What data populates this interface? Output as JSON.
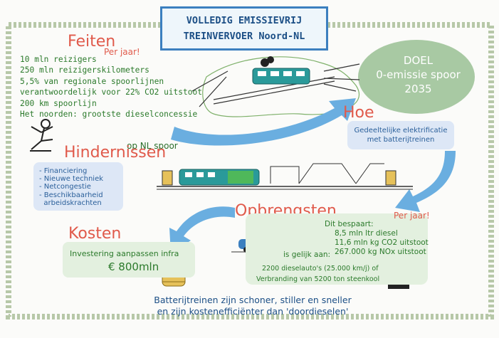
{
  "title": {
    "line1": "VOLLEDIG EMISSIEVRIJ",
    "line2": "TREINVERVOER Noord-NL"
  },
  "feiten": {
    "heading": "Feiten",
    "per_jaar": "Per jaar!",
    "items": [
      "10 mln reizigers",
      "250 mln reizigerskilometers",
      "5,5% van regionale spoorlijnen",
      "verantwoordelijk voor 22% CO2 uitstoot",
      "200 km spoorlijn",
      "Het noorden: grootste dieselconcessie"
    ],
    "op_nl_spoor": "op NL spoor"
  },
  "doel": {
    "line1": "DOEL",
    "line2": "0-emissie spoor",
    "line3": "2035"
  },
  "hoe": {
    "heading": "Hoe",
    "line1": "Gedeeltelijke elektrificatie",
    "line2": "met batterijtreinen"
  },
  "hindernissen": {
    "heading": "Hindernissen",
    "items": [
      "- Financiering",
      "- Nieuwe techniek",
      "- Netcongestie",
      "- Beschikbaarheid",
      "  arbeidskrachten"
    ]
  },
  "kosten": {
    "heading": "Kosten",
    "line1": "Investering aanpassen infra",
    "amount": "€ 800mln"
  },
  "opbrengsten": {
    "heading": "Opbrengsten",
    "per_jaar": "Per jaar!",
    "bespaart": "Dit bespaart:",
    "items": [
      "8,5 mln ltr diesel",
      "11,6 mln kg CO2 uitstoot",
      "267.000 kg NOx uitstoot"
    ],
    "gelijk": "is gelijk aan:",
    "line1": "2200 dieselauto's (25.000 km/j) of",
    "line2": "Verbranding van 5200 ton steenkool"
  },
  "bottom": {
    "line1": "Batterijtreinen zijn schoner, stiller en sneller",
    "line2": "en zijn kostenefficiënter dan 'doordieselen'"
  },
  "colors": {
    "green": "#2b7a2b",
    "red": "#e05a4b",
    "blue": "#3b7fbf",
    "teal": "#2a9a9a"
  }
}
